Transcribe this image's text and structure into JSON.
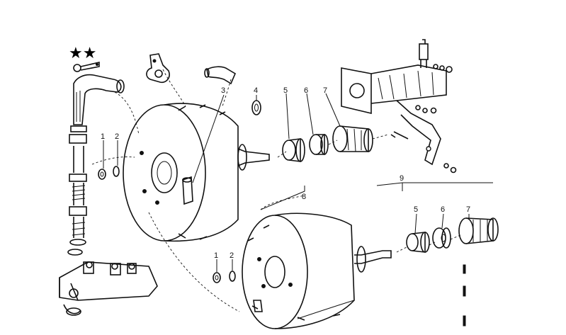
{
  "diagram": {
    "symbol_text": "★★",
    "callouts": [
      "1",
      "2",
      "3",
      "4",
      "5",
      "6",
      "7",
      "8",
      "9"
    ],
    "colors": {
      "ink": "#111111",
      "paper": "#ffffff"
    }
  }
}
